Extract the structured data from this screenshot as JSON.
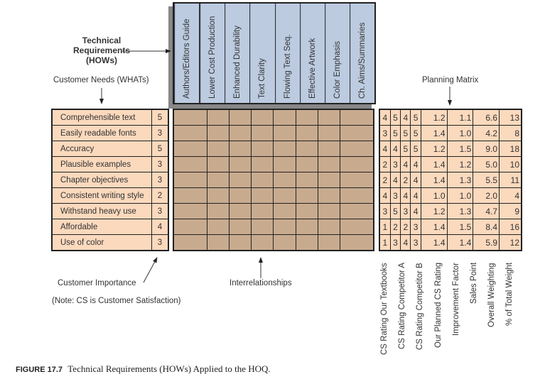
{
  "labels": {
    "tech_req_line1": "Technical Requirements",
    "tech_req_line2": "(HOWs)",
    "customer_needs": "Customer Needs (WHATs)",
    "planning_matrix": "Planning Matrix",
    "customer_importance": "Customer Importance",
    "note": "(Note: CS is Customer Satisfaction)",
    "interrelationships": "Interrelationships"
  },
  "hows": [
    "Authors/Editors Guide",
    "Lower Cost Production",
    "Enhanced Durability",
    "Text Clarity",
    "Flowing Text Seq.",
    "Effective Artwork",
    "Color Emphasis",
    "Ch. Aims/Summaries"
  ],
  "needs": [
    {
      "name": "Comprehensible text",
      "importance": "5",
      "plan": [
        "4",
        "5",
        "4",
        "5",
        "1.2",
        "1.1",
        "6.6",
        "13"
      ]
    },
    {
      "name": "Easily readable fonts",
      "importance": "3",
      "plan": [
        "3",
        "5",
        "5",
        "5",
        "1.4",
        "1.0",
        "4.2",
        "8"
      ]
    },
    {
      "name": "Accuracy",
      "importance": "5",
      "plan": [
        "4",
        "4",
        "5",
        "5",
        "1.2",
        "1.5",
        "9.0",
        "18"
      ]
    },
    {
      "name": "Plausible examples",
      "importance": "3",
      "plan": [
        "2",
        "3",
        "4",
        "4",
        "1.4",
        "1.2",
        "5.0",
        "10"
      ]
    },
    {
      "name": "Chapter objectives",
      "importance": "3",
      "plan": [
        "2",
        "4",
        "2",
        "4",
        "1.4",
        "1.3",
        "5.5",
        "11"
      ]
    },
    {
      "name": "Consistent writing style",
      "importance": "2",
      "plan": [
        "4",
        "3",
        "4",
        "4",
        "1.0",
        "1.0",
        "2.0",
        "4"
      ]
    },
    {
      "name": "Withstand heavy use",
      "importance": "3",
      "plan": [
        "3",
        "5",
        "3",
        "4",
        "1.2",
        "1.3",
        "4.7",
        "9"
      ]
    },
    {
      "name": "Affordable",
      "importance": "4",
      "plan": [
        "1",
        "2",
        "2",
        "3",
        "1.4",
        "1.5",
        "8.4",
        "16"
      ]
    },
    {
      "name": "Use of color",
      "importance": "3",
      "plan": [
        "1",
        "3",
        "4",
        "3",
        "1.4",
        "1.4",
        "5.9",
        "12"
      ]
    }
  ],
  "plan_columns": [
    "CS Rating Our Textbooks",
    "CS Rating Competitor A",
    "CS Rating Competitor B",
    "Our Planned CS Rating",
    "Improvement Factor",
    "Sales Point",
    "Overall Weighting",
    "% of Total Weight"
  ],
  "caption": {
    "label": "FIGURE 17.7",
    "text": "Technical Requirements (HOWs) Applied to the HOQ."
  }
}
